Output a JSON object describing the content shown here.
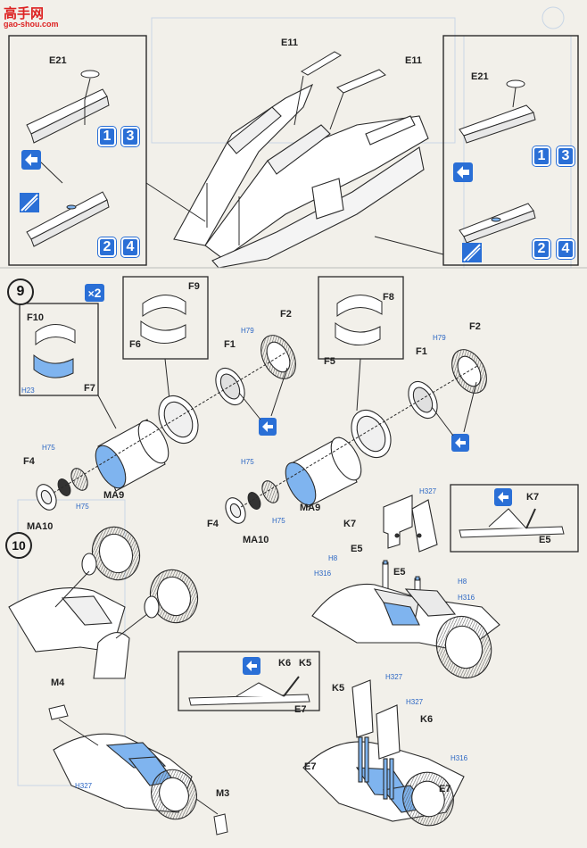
{
  "watermark": {
    "title": "高手网",
    "site": "gao-shou.com"
  },
  "steps": {
    "nine": "9",
    "ten": "10"
  },
  "multiplier": "2",
  "top_panels": {
    "numbers": [
      "1",
      "3",
      "2",
      "4"
    ]
  },
  "labels": {
    "e11_a": "E11",
    "e11_b": "E11",
    "e21_left": "E21",
    "e21_right": "E21",
    "f9": "F9",
    "f6": "F6",
    "f8": "F8",
    "f5": "F5",
    "f10": "F10",
    "f7": "F7",
    "f1_a": "F1",
    "f2_a": "F2",
    "f1_b": "F1",
    "f2_b": "F2",
    "f4_a": "F4",
    "ma9_a": "MA9",
    "ma10_a": "MA10",
    "f4_b": "F4",
    "ma9_b": "MA9",
    "ma10_b": "MA10",
    "k7_a": "K7",
    "k7_b": "K7",
    "e5_a": "E5",
    "e5_b": "E5",
    "e5_c": "E5",
    "k6_a": "K6",
    "k5_a": "K5",
    "e7_a": "E7",
    "k5_b": "K5",
    "k6_b": "K6",
    "e7_b": "E7",
    "e7_c": "E7",
    "m4": "M4",
    "m3": "M3"
  },
  "color_codes": {
    "h1": "H23",
    "h2": "H75",
    "h3": "H75",
    "h4": "H79",
    "h5": "H75",
    "h6": "H79",
    "h7": "H75",
    "h8": "H327",
    "h9": "H8",
    "h10": "H316",
    "h11": "H8",
    "h12": "H316",
    "h13": "H327",
    "h14": "H327",
    "h15": "H316",
    "h16": "H327"
  },
  "colors": {
    "accent_blue": "#2a6fd6",
    "part_fill": "#7fb4ef",
    "line": "#2a2a2a"
  }
}
